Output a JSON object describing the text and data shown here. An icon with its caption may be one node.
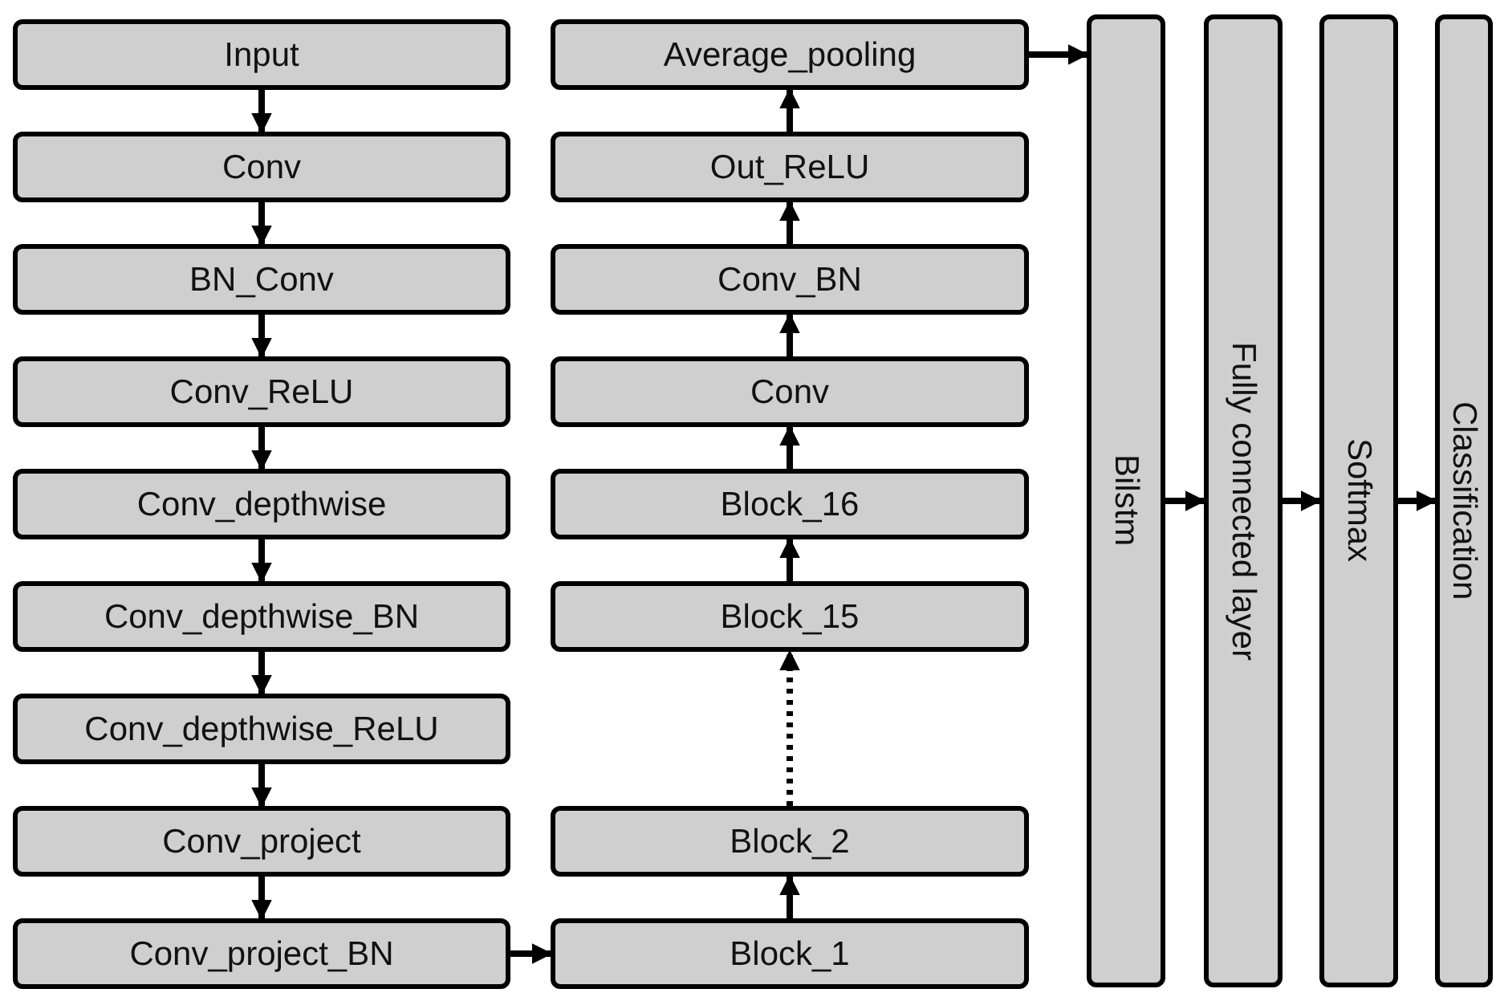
{
  "diagram": {
    "nodes": [
      {
        "text": [
          "Input"
        ]
      },
      {
        "text": [
          "Conv"
        ]
      },
      {
        "text": [
          "BN_Conv"
        ]
      },
      {
        "text": [
          "Conv_ReLU"
        ]
      },
      {
        "text": [
          "Conv_depthwise"
        ]
      },
      {
        "text": [
          "Conv_depthwise_BN"
        ]
      },
      {
        "text": [
          "Conv_depthwise_ReLU"
        ]
      },
      {
        "text": [
          "Conv_project"
        ]
      },
      {
        "text": [
          "Conv_project_BN"
        ]
      },
      {
        "text": [
          "Average_pooling"
        ]
      },
      {
        "text": [
          "Out_ReLU"
        ]
      },
      {
        "text": [
          "Conv_BN"
        ]
      },
      {
        "text": [
          "Conv"
        ]
      },
      {
        "text": [
          "Block_16"
        ]
      },
      {
        "text": [
          "Block_15"
        ]
      },
      {
        "text": [
          "Block_2"
        ]
      },
      {
        "text": [
          "Block_1"
        ]
      },
      {
        "text": [
          "Bilstm"
        ]
      },
      {
        "text": [
          "Fully connected layer"
        ]
      },
      {
        "text": [
          "Softmax"
        ]
      },
      {
        "text": [
          "Classification"
        ]
      }
    ],
    "edges": [
      {
        "from": 0,
        "to": 1,
        "arrow": "to"
      },
      {
        "from": 1,
        "to": 2,
        "arrow": "to"
      },
      {
        "from": 2,
        "to": 3,
        "arrow": "to"
      },
      {
        "from": 3,
        "to": 4,
        "arrow": "to"
      },
      {
        "from": 4,
        "to": 5,
        "arrow": "to"
      },
      {
        "from": 5,
        "to": 6,
        "arrow": "to"
      },
      {
        "from": 6,
        "to": 7,
        "arrow": "to"
      },
      {
        "from": 7,
        "to": 8,
        "arrow": "to"
      },
      {
        "from": 8,
        "to": 16,
        "arrow": "to"
      },
      {
        "from": 16,
        "to": 15,
        "arrow": "to"
      },
      {
        "from": 15,
        "to": 14,
        "arrow": "to",
        "style": "dashed"
      },
      {
        "from": 14,
        "to": 13,
        "arrow": "to"
      },
      {
        "from": 13,
        "to": 12,
        "arrow": "to"
      },
      {
        "from": 12,
        "to": 11,
        "arrow": "to"
      },
      {
        "from": 11,
        "to": 10,
        "arrow": "to"
      },
      {
        "from": 10,
        "to": 9,
        "arrow": "to"
      },
      {
        "from": 9,
        "to": 17,
        "arrow": "to"
      },
      {
        "from": 17,
        "to": 18,
        "arrow": "to"
      },
      {
        "from": 18,
        "to": 19,
        "arrow": "to"
      },
      {
        "from": 19,
        "to": 20,
        "arrow": "to"
      }
    ]
  }
}
